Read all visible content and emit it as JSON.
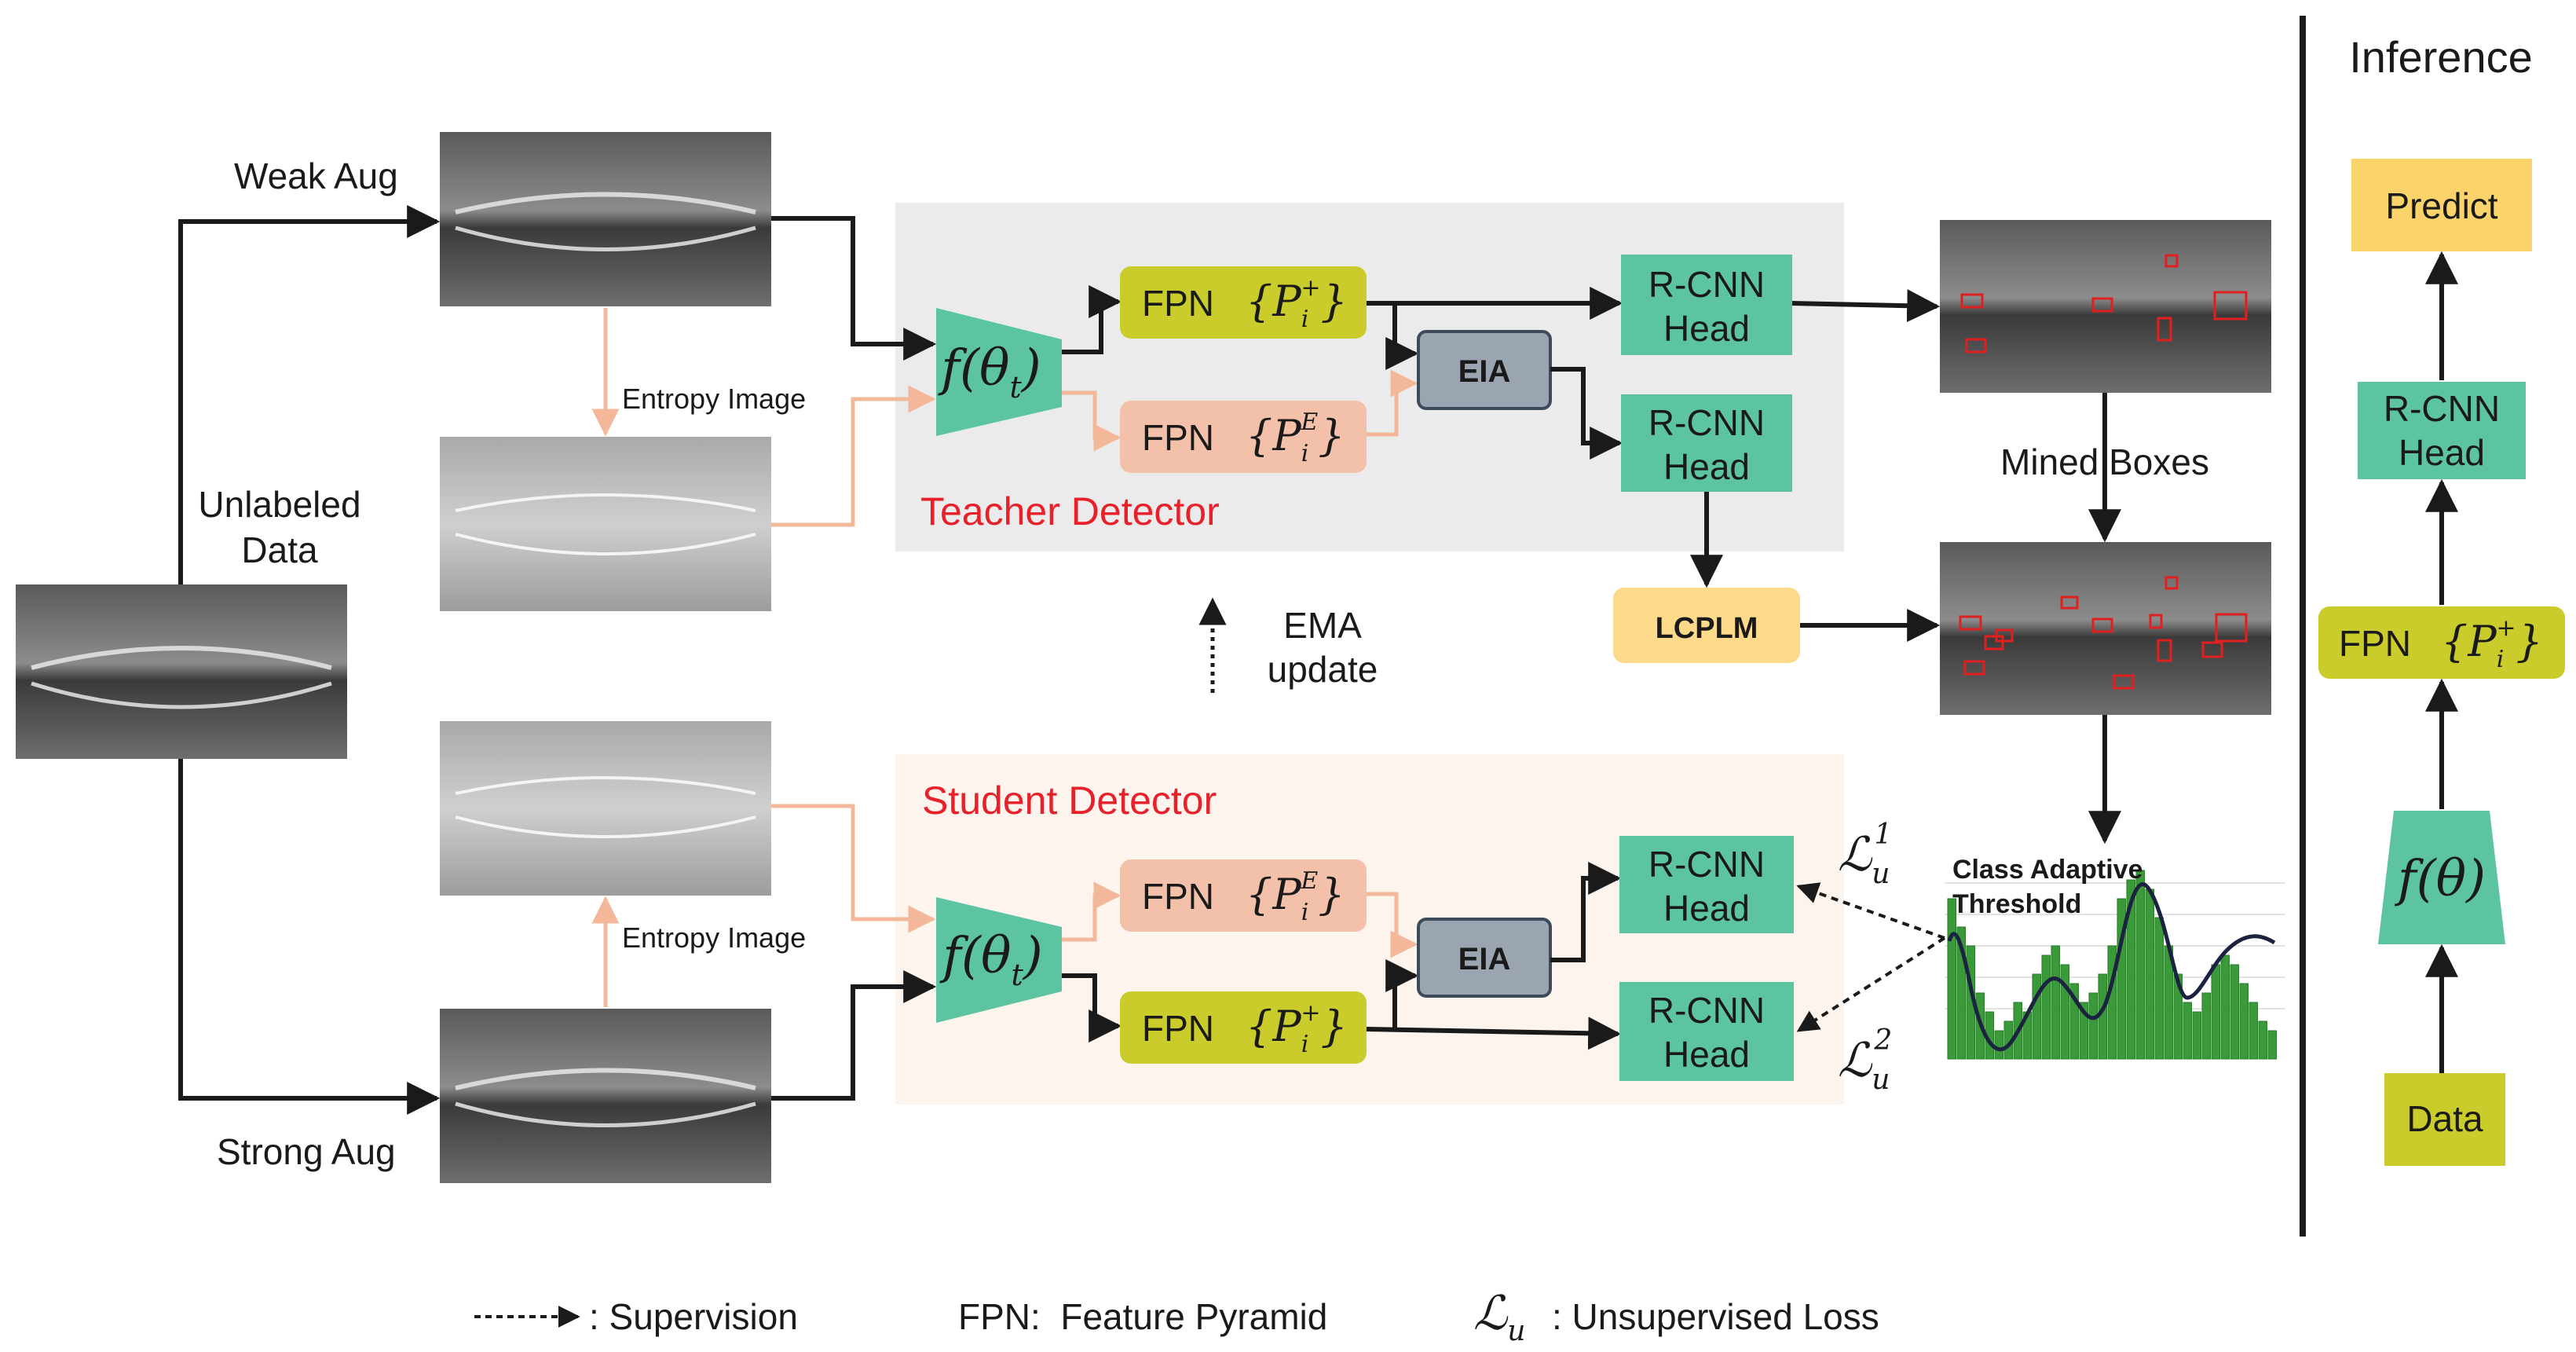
{
  "left": {
    "unlabeled_line1": "Unlabeled",
    "unlabeled_line2": "Data",
    "weak_aug": "Weak Aug",
    "strong_aug": "Strong Aug",
    "entropy_image_top": "Entropy Image",
    "entropy_image_bottom": "Entropy Image"
  },
  "teacher": {
    "title": "Teacher Detector",
    "backbone": "f(θ_t)",
    "fpn_label": "FPN",
    "fpn_set": "{P_i^+}",
    "fpn_entropy_label": "FPN",
    "fpn_entropy_set": "{P_i^E}",
    "eia": "EIA",
    "rcnn_top_line1": "R-CNN",
    "rcnn_top_line2": "Head",
    "rcnn_bottom_line1": "R-CNN",
    "rcnn_bottom_line2": "Head",
    "lcplm": "LCPLM"
  },
  "ema": {
    "line1": "EMA",
    "line2": "update"
  },
  "student": {
    "title": "Student Detector",
    "backbone": "f(θ_t)",
    "fpn_entropy_label": "FPN",
    "fpn_entropy_set": "{P_i^E}",
    "fpn_label": "FPN",
    "fpn_set": "{P_i^+}",
    "eia": "EIA",
    "rcnn_top_line1": "R-CNN",
    "rcnn_top_line2": "Head",
    "rcnn_bottom_line1": "R-CNN",
    "rcnn_bottom_line2": "Head",
    "loss1": "L_u^1",
    "loss2": "L_u^2"
  },
  "right": {
    "mined_boxes": "Mined Boxes",
    "threshold_line1": "Class Adaptive",
    "threshold_line2": "Threshold",
    "threshold_bars": [
      0.85,
      0.7,
      0.6,
      0.35,
      0.25,
      0.15,
      0.2,
      0.3,
      0.25,
      0.45,
      0.55,
      0.6,
      0.5,
      0.4,
      0.3,
      0.35,
      0.45,
      0.6,
      0.85,
      0.95,
      1.0,
      0.9,
      0.75,
      0.6,
      0.45,
      0.3,
      0.25,
      0.35,
      0.5,
      0.55,
      0.5,
      0.4,
      0.3,
      0.2,
      0.15
    ]
  },
  "inference": {
    "title": "Inference",
    "predict": "Predict",
    "rcnn_line1": "R-CNN",
    "rcnn_line2": "Head",
    "fpn_label": "FPN",
    "fpn_set": "{P_i^+}",
    "backbone": "f(θ)",
    "data": "Data"
  },
  "legend": {
    "supervision": ": Supervision",
    "fpn": "FPN:  Feature Pyramid",
    "loss_symbol": "L_u",
    "loss": ": Unsupervised Loss"
  },
  "colors": {
    "fpn": "#c9cc2b",
    "fpn_entropy": "#f3c1aa",
    "rcnn": "#5dc4a1",
    "eia": "#9aa5b1",
    "lcplm": "#fdd98a",
    "predict": "#fbd36b",
    "teacher_bg": "#ebebeb",
    "student_bg": "#fdf4ee",
    "entropy_line": "#f2b899",
    "detector_title": "#e8202a"
  }
}
